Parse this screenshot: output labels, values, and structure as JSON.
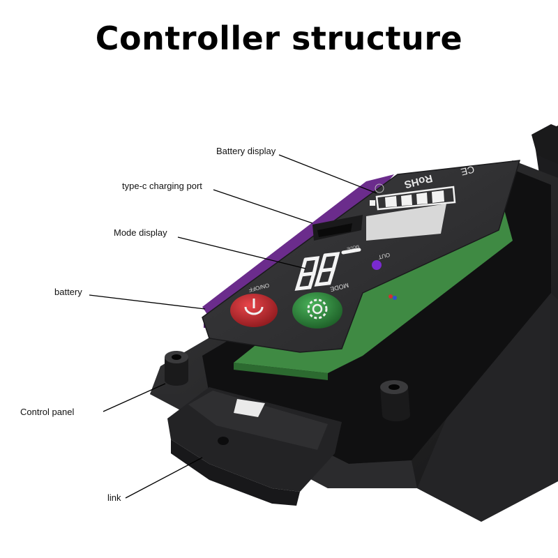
{
  "title": "Controller structure",
  "labels": {
    "battery_display": "Battery display",
    "type_c_port": "type-c charging port",
    "mode_display": "Mode display",
    "battery": "battery",
    "control_panel": "Control panel",
    "link": "link"
  },
  "panel": {
    "rohs": "RoHS",
    "ce": "CE",
    "out": "OUT",
    "mode_small": "MODE",
    "mode": "MODE",
    "on_off": "ON/OFF",
    "segment_display": "88"
  },
  "colors": {
    "housing": "#2a2a2c",
    "panel": "#333335",
    "pcb": "#3a7a3a",
    "battery_edge": "#6a2a8a",
    "power_button": "#c0282c",
    "mode_button": "#2f8a3a",
    "led": "#7a2ad0"
  }
}
